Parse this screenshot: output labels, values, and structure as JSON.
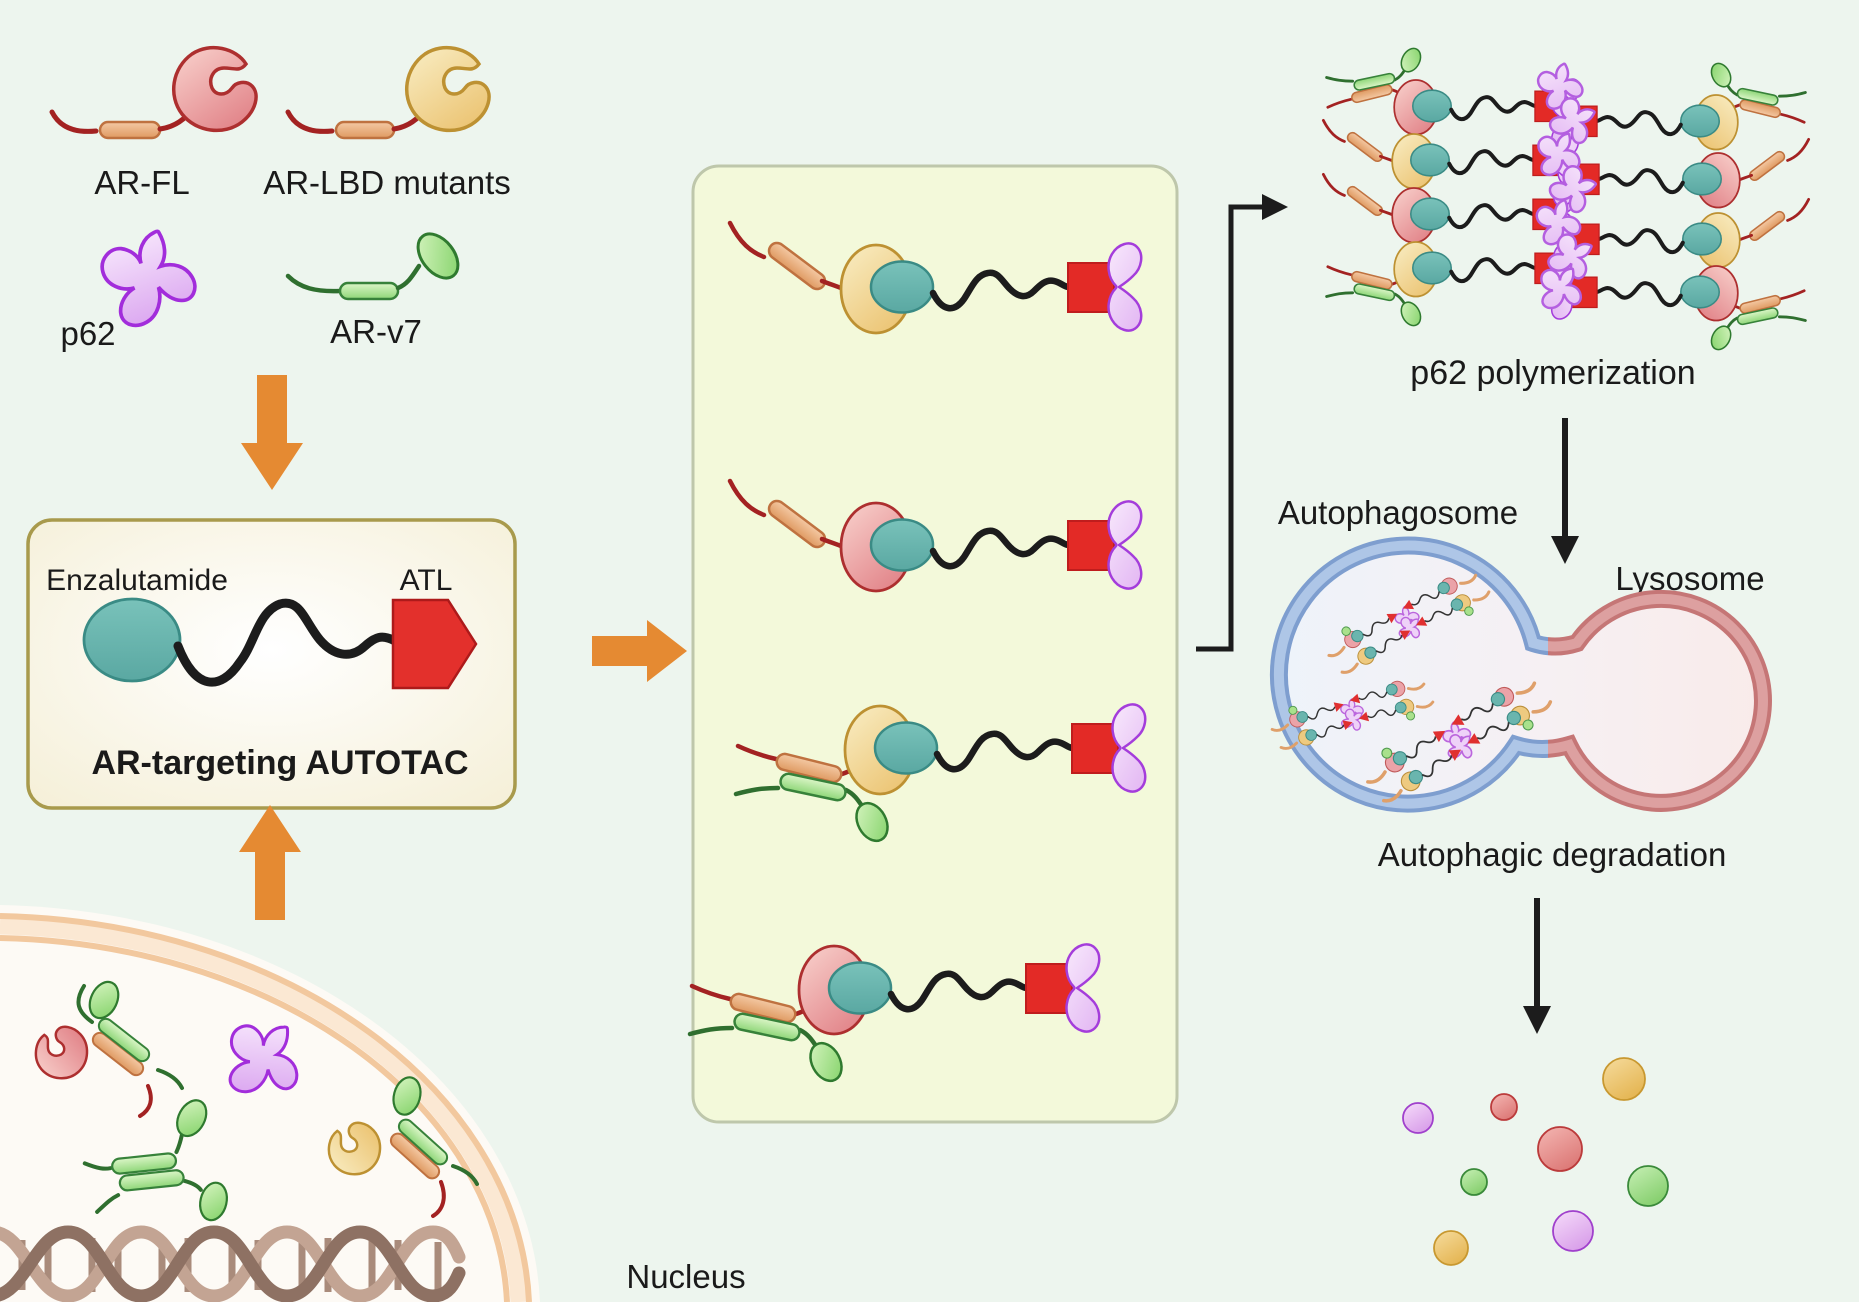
{
  "figure": {
    "type": "scientific-pathway-diagram",
    "background_color": "#edf5ee"
  },
  "labels": {
    "ar_fl": "AR-FL",
    "ar_lbd": "AR-LBD mutants",
    "p62": "p62",
    "ar_v7": "AR-v7",
    "enzalutamide": "Enzalutamide",
    "atl": "ATL",
    "autotac_title": "AR-targeting AUTOTAC",
    "nucleus": "Nucleus",
    "polymerization": "p62 polymerization",
    "autophagosome": "Autophagosome",
    "lysosome": "Lysosome",
    "degradation": "Autophagic degradation"
  },
  "colors": {
    "background": "#edf5ee",
    "green_panel_fill": "#f3f9da",
    "green_panel_border": "#bec7ab",
    "autotac_box_fill": "#f7f2dd",
    "autotac_box_border": "#a89a4c",
    "orange_arrow": "#e58a32",
    "black_arrow": "#1c1c1c",
    "ar_fl_pink": "#e5898c",
    "ar_lbd_yellow": "#edc877",
    "ar_v7_green": "#8cd672",
    "p62_purple": "#d9a2ef",
    "enzalutamide_teal": "#68b8b1",
    "atl_red": "#e3302c",
    "linker_black": "#1c1c1c",
    "tail_red": "#a32222",
    "tail_green": "#2f6f2f",
    "rod_orange": "#e8a878",
    "autophagosome_blue": "#7e9ecf",
    "lysosome_red": "#c57676",
    "nucleus_membrane_peach": "#f2c89e",
    "dna_light": "#c3a493",
    "dna_dark": "#8e7163"
  }
}
